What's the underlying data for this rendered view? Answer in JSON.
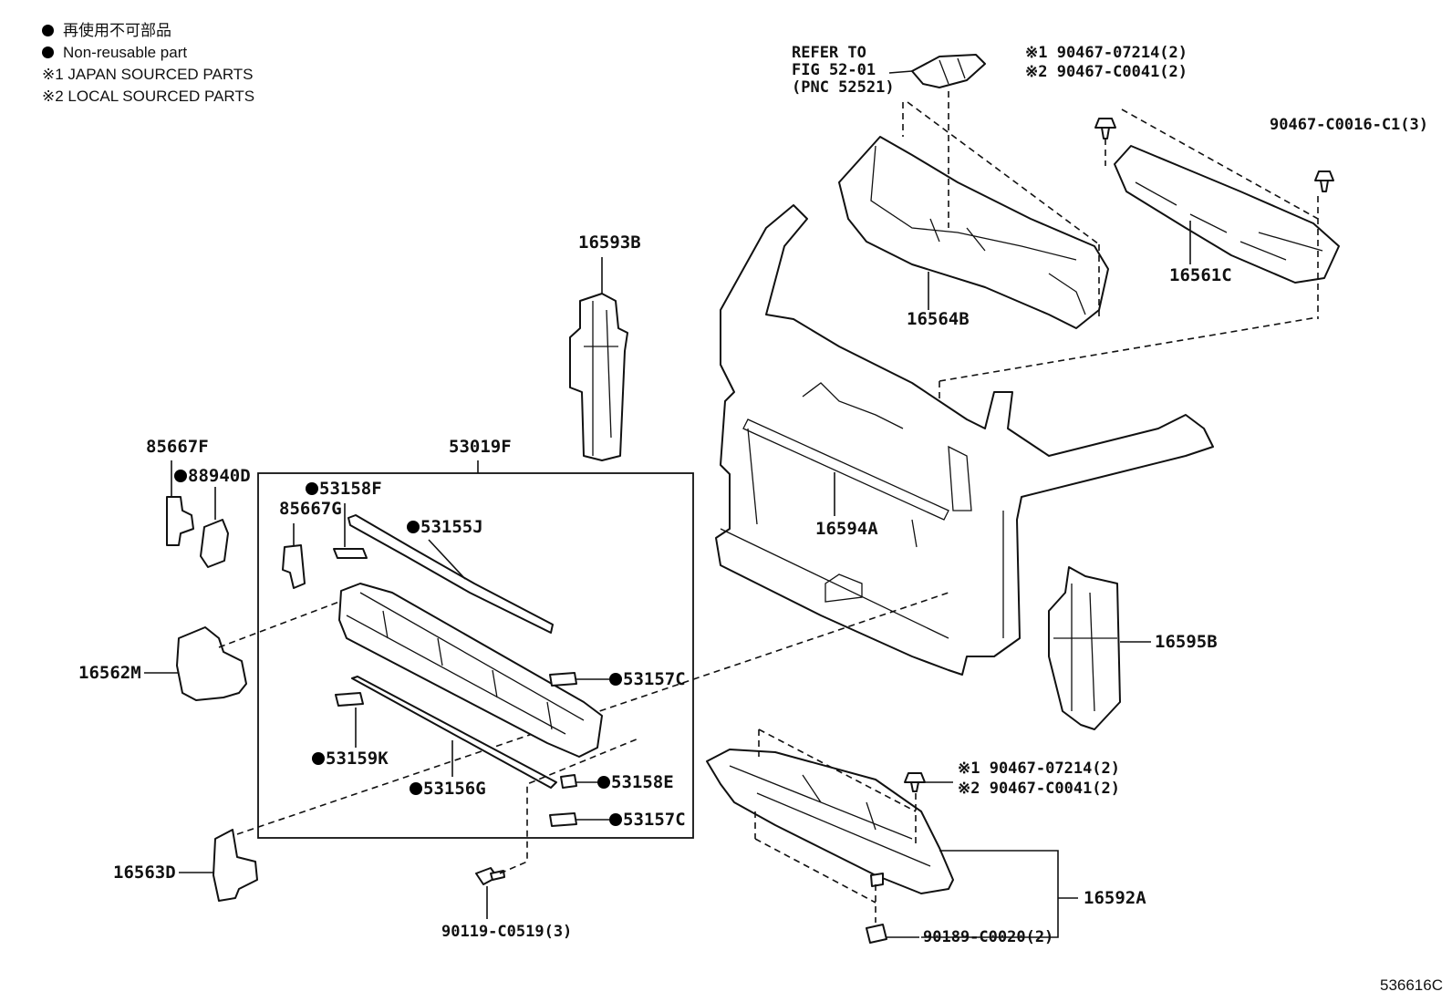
{
  "legend": {
    "jp_nonreusable": "再使用不可部品",
    "en_nonreusable": "Non-reusable part",
    "note1": "※1 JAPAN SOURCED PARTS",
    "note2": "※2 LOCAL SOURCED PARTS"
  },
  "reference": {
    "line1": "REFER TO",
    "line2": "FIG 52-01",
    "line3": "(PNC 52521)"
  },
  "labels": {
    "clip_top_1": "※1 90467-07214(2)",
    "clip_top_2": "※2 90467-C0041(2)",
    "clip_right": "90467-C0016-C1(3)",
    "p16593B": "16593B",
    "p16564B": "16564B",
    "p16561C": "16561C",
    "p85667F": "85667F",
    "p88940D": "88940D",
    "p53019F": "53019F",
    "p53158F": "53158F",
    "p85667G": "85667G",
    "p53155J": "53155J",
    "p16594A": "16594A",
    "p16562M": "16562M",
    "p53157C_a": "53157C",
    "p16595B": "16595B",
    "p53159K": "53159K",
    "p53158E": "53158E",
    "p53156G": "53156G",
    "p53157C_b": "53157C",
    "clip_low_1": "※1 90467-07214(2)",
    "clip_low_2": "※2 90467-C0041(2)",
    "p16563D": "16563D",
    "p16592A": "16592A",
    "bolt": "90119-C0519(3)",
    "nut": "90189-C0020(2)"
  },
  "figure_id": "536616C"
}
